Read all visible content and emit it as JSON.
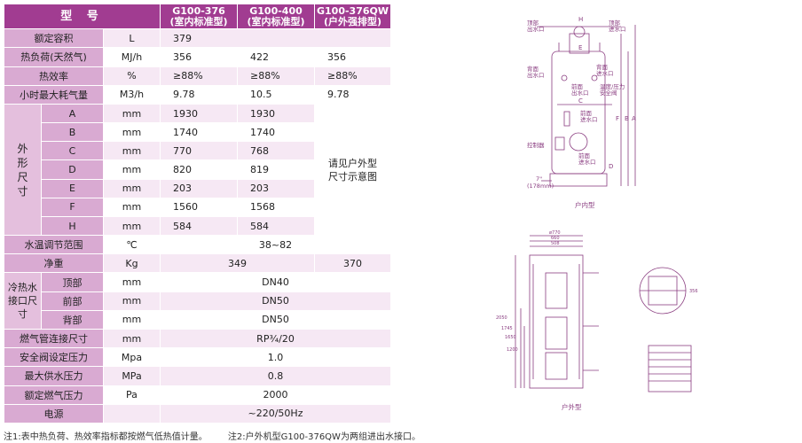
{
  "header": {
    "type": "型 号",
    "models": [
      {
        "line1": "G100-376",
        "line2": "(室内标准型)"
      },
      {
        "line1": "G100-400",
        "line2": "(室内标准型)"
      },
      {
        "line1": "G100-376QW",
        "line2": "(户外强排型)"
      }
    ]
  },
  "rows": {
    "capacity": {
      "label": "额定容积",
      "unit": "L",
      "values": [
        "379"
      ]
    },
    "heat_load": {
      "label": "热负荷(天然气)",
      "unit": "MJ/h",
      "values": [
        "356",
        "422",
        "356"
      ]
    },
    "efficiency": {
      "label": "热效率",
      "unit": "%",
      "values": [
        "≥88%",
        "≥88%",
        "≥88%"
      ]
    },
    "gas_use": {
      "label": "小时最大耗气量",
      "unit": "M3/h",
      "values": [
        "9.78",
        "10.5",
        "9.78"
      ]
    },
    "dims": {
      "group": "外形尺寸",
      "group_chars": [
        "外",
        "形",
        "尺",
        "寸"
      ],
      "unit": "mm",
      "items": [
        {
          "name": "A",
          "v1": "1930",
          "v2": "1930"
        },
        {
          "name": "B",
          "v1": "1740",
          "v2": "1740"
        },
        {
          "name": "C",
          "v1": "770",
          "v2": "768"
        },
        {
          "name": "D",
          "v1": "820",
          "v2": "819"
        },
        {
          "name": "E",
          "v1": "203",
          "v2": "203"
        },
        {
          "name": "F",
          "v1": "1560",
          "v2": "1568"
        },
        {
          "name": "H",
          "v1": "584",
          "v2": "584"
        }
      ],
      "note_line1": "请见户外型",
      "note_line2": "尺寸示意图"
    },
    "temp_range": {
      "label": "水温调节范围",
      "unit": "℃",
      "value": "38~82"
    },
    "weight": {
      "label": "净重",
      "unit": "Kg",
      "value_std": "349",
      "value_out": "370"
    },
    "connections": {
      "group_line1": "冷热水",
      "group_line2": "接口尺寸",
      "unit": "mm",
      "items": [
        {
          "name": "顶部",
          "value": "DN40"
        },
        {
          "name": "前部",
          "value": "DN50"
        },
        {
          "name": "背部",
          "value": "DN50"
        }
      ]
    },
    "gas_pipe": {
      "label": "燃气管连接尺寸",
      "unit": "mm",
      "value": "RP¾/20"
    },
    "safety_valve": {
      "label": "安全阀设定压力",
      "unit": "Mpa",
      "value": "1.0"
    },
    "max_water": {
      "label": "最大供水压力",
      "unit": "MPa",
      "value": "0.8"
    },
    "gas_pressure": {
      "label": "额定燃气压力",
      "unit": "Pa",
      "value": "2000"
    },
    "power": {
      "label": "电源",
      "unit": "",
      "value": "~220/50Hz"
    }
  },
  "diagrams": {
    "indoor": {
      "caption": "户内型",
      "labels": {
        "top_outlet": [
          "顶部",
          "出水口"
        ],
        "top_inlet": [
          "顶部",
          "进水口"
        ],
        "back_outlet": [
          "背面",
          "出水口"
        ],
        "back_inlet": [
          "背面",
          "进水口"
        ],
        "front_outlet": [
          "前面",
          "出水口"
        ],
        "relief_valve": [
          "温度/压力",
          "安全阀"
        ],
        "front_inlet": [
          "前面",
          "进水口"
        ],
        "front_inlet2": [
          "前面",
          "进水口"
        ],
        "control": "控制器",
        "dim_7": "7\"",
        "dim_178": "(178mm)"
      },
      "letters": [
        "H",
        "E",
        "C",
        "F",
        "B",
        "A",
        "D"
      ]
    },
    "outdoor": {
      "caption": "户外型",
      "dims": [
        "ø770",
        "660",
        "508",
        "2050",
        "1745",
        "1650",
        "1200",
        "356"
      ]
    }
  },
  "footer": {
    "note1": "注1:表中热负荷、热效率指标都按燃气低热值计量。",
    "note2": "注2:户外机型G100-376QW为两组进出水接口。"
  }
}
